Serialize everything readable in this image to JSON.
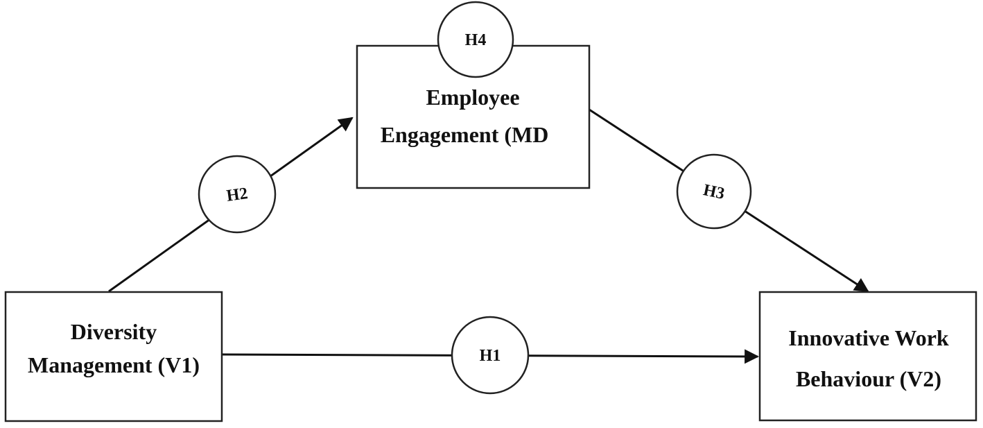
{
  "nodes": {
    "diversity": {
      "line1": "Diversity",
      "line2": "Management (V1)"
    },
    "engagement": {
      "line1": "Employee",
      "line2": "Engagement (MD"
    },
    "innovative": {
      "line1": "Innovative Work",
      "line2": "Behaviour (V2)"
    }
  },
  "hypotheses": {
    "h1": "H1",
    "h2": "H2",
    "h3": "H3",
    "h4": "H4"
  },
  "colors": {
    "stroke": "#222222",
    "text": "#111111",
    "background": "#ffffff"
  }
}
